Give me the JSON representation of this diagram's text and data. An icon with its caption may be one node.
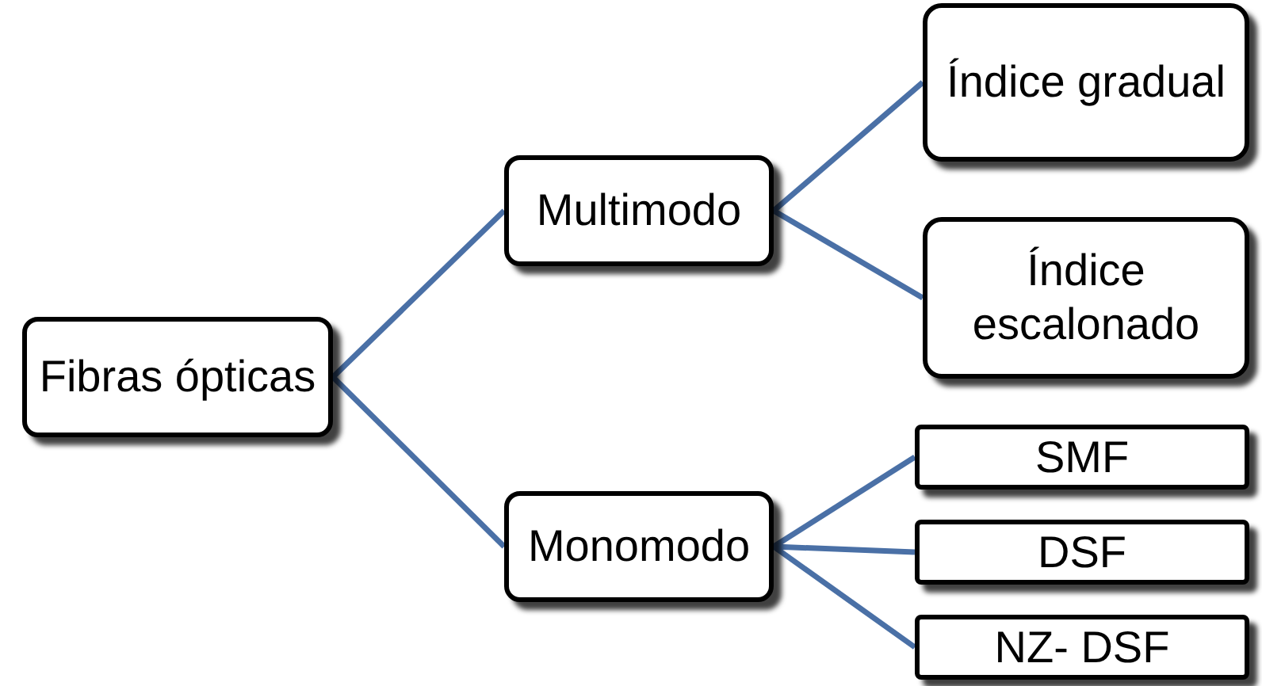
{
  "diagram": {
    "nodes": [
      {
        "text": [
          "Fibras ópticas"
        ]
      },
      {
        "text": [
          "Multimodo"
        ]
      },
      {
        "text": [
          "Monomodo"
        ]
      },
      {
        "text": [
          "Índice gradual"
        ]
      },
      {
        "text": [
          "Índice escalonado"
        ]
      },
      {
        "text": [
          "SMF"
        ]
      },
      {
        "text": [
          "DSF"
        ]
      },
      {
        "text": [
          "NZ- DSF"
        ]
      }
    ],
    "edges": [
      {
        "from": 0,
        "to": 1,
        "arrow": "none"
      },
      {
        "from": 0,
        "to": 2,
        "arrow": "none"
      },
      {
        "from": 1,
        "to": 3,
        "arrow": "none"
      },
      {
        "from": 1,
        "to": 4,
        "arrow": "none"
      },
      {
        "from": 2,
        "to": 5,
        "arrow": "none"
      },
      {
        "from": 2,
        "to": 6,
        "arrow": "none"
      },
      {
        "from": 2,
        "to": 7,
        "arrow": "none"
      }
    ]
  }
}
